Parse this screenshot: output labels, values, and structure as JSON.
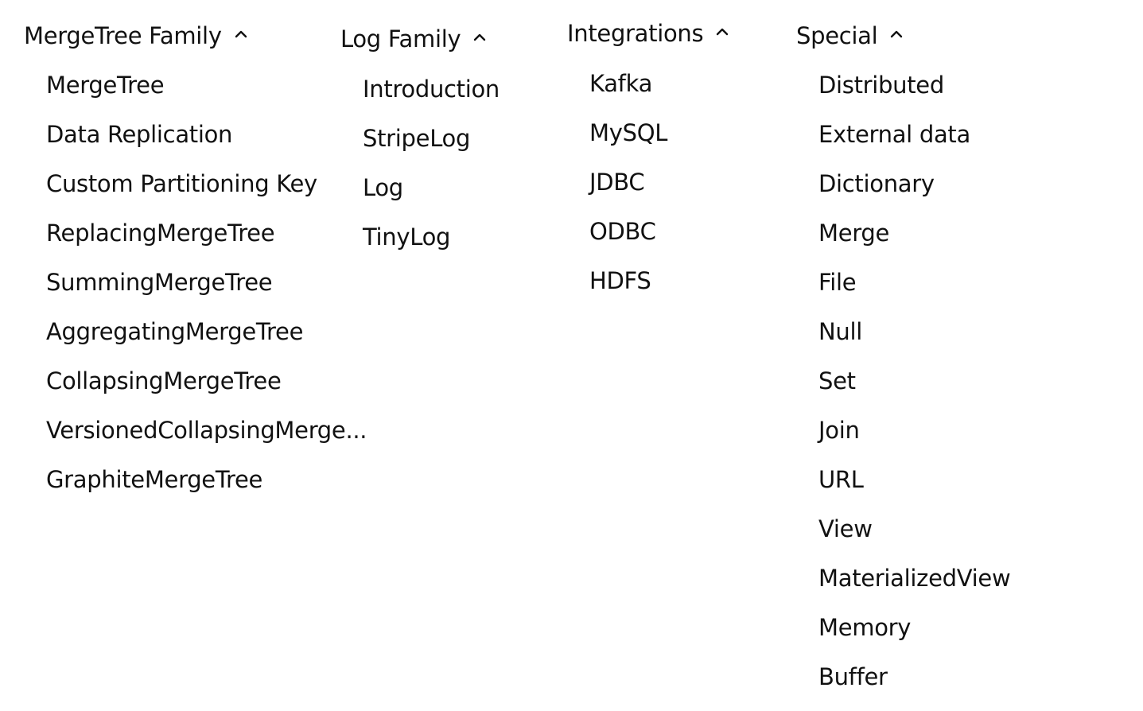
{
  "columns": [
    {
      "title": "MergeTree Family",
      "icon": "chevron-up-icon",
      "items": [
        "MergeTree",
        "Data Replication",
        "Custom Partitioning Key",
        "ReplacingMergeTree",
        "SummingMergeTree",
        "AggregatingMergeTree",
        "CollapsingMergeTree",
        "VersionedCollapsingMerge...",
        "GraphiteMergeTree"
      ]
    },
    {
      "title": "Log Family",
      "icon": "chevron-up-icon",
      "items": [
        "Introduction",
        "StripeLog",
        "Log",
        "TinyLog"
      ]
    },
    {
      "title": "Integrations",
      "icon": "chevron-up-icon",
      "items": [
        "Kafka",
        "MySQL",
        "JDBC",
        "ODBC",
        "HDFS"
      ]
    },
    {
      "title": "Special",
      "icon": "chevron-up-icon",
      "items": [
        "Distributed",
        "External data",
        "Dictionary",
        "Merge",
        "File",
        "Null",
        "Set",
        "Join",
        "URL",
        "View",
        "MaterializedView",
        "Memory",
        "Buffer"
      ]
    }
  ]
}
